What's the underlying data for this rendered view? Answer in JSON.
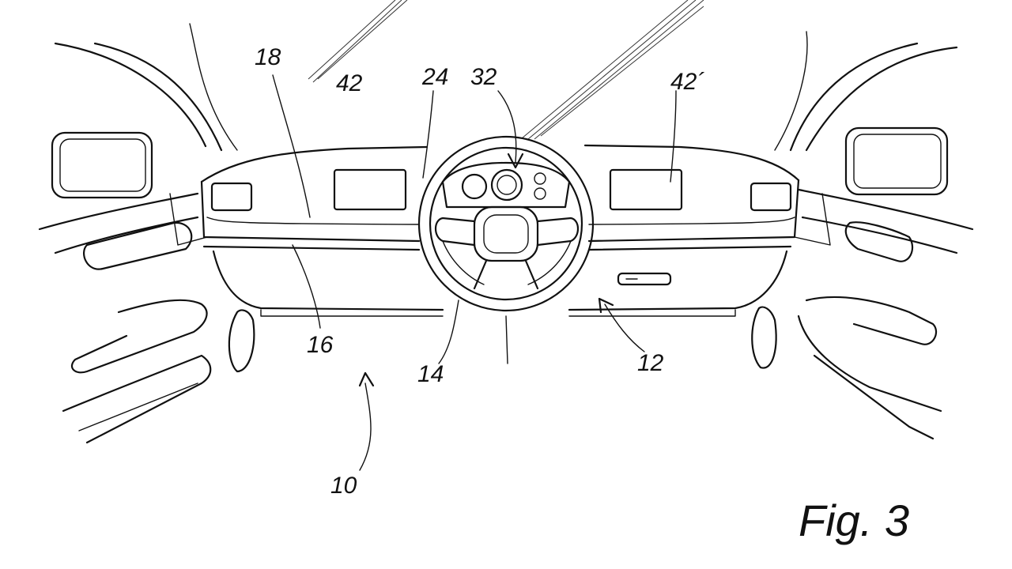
{
  "figure": {
    "caption": "Fig. 3",
    "reference_numerals": {
      "vehicle": "10",
      "dashboard": "12",
      "steering_wheel": "14",
      "lower_dash_line": "16",
      "upper_dash": "18",
      "instrument_panel": "24",
      "instrument_cluster": "32",
      "left_display": "42",
      "right_display": "42´"
    }
  }
}
